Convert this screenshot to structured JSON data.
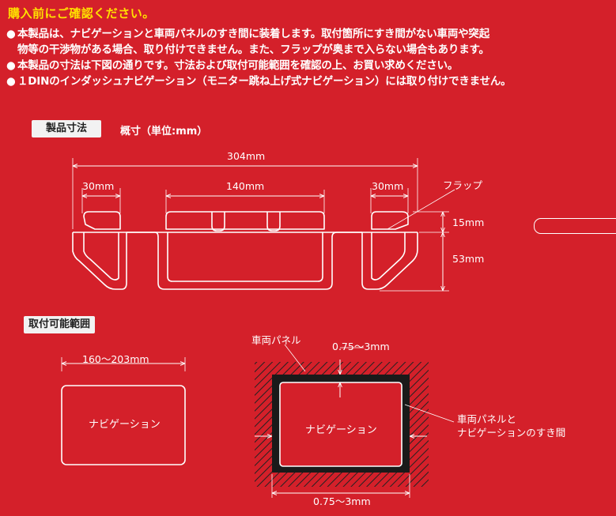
{
  "header": {
    "title": "購入前にご確認ください。"
  },
  "notes": {
    "bullet": "●",
    "line1": "本製品は、ナビゲーションと車両パネルのすき間に装着します。取付箇所にすき間がない車両や突起",
    "line1_cont": "物等の干渉物がある場合、取り付けできません。また、フラップが奥まで入らない場合もあります。",
    "line2": "本製品の寸法は下図の通りです。寸法および取付可能範囲を確認の上、お買い求めください。",
    "line3": "１DINのインダッシュナビゲーション（モニター跳ね上げ式ナビゲーション）には取り付けできません。"
  },
  "product_dims": {
    "label": "製品寸法",
    "caption": "概寸（単位:mm）",
    "total_width": "304mm",
    "left_width": "30mm",
    "center_width": "140mm",
    "right_width": "30mm",
    "flap_label": "フラップ",
    "height_top": "15mm",
    "height_bottom": "53mm"
  },
  "mount_range": {
    "label": "取付可能範囲",
    "nav_width": "160〜203mm",
    "nav_label": "ナビゲーション",
    "panel_label": "車両パネル",
    "gap_top": "0.75〜3mm",
    "gap_side": "0.75〜3mm",
    "nav_label_right": "ナビゲーション",
    "gap_caption_line1": "車両パネルと",
    "gap_caption_line2": "ナビゲーションのすき間"
  },
  "colors": {
    "background": "#d4202a",
    "title": "#ffe000",
    "label_bg": "#f2f2f2"
  }
}
